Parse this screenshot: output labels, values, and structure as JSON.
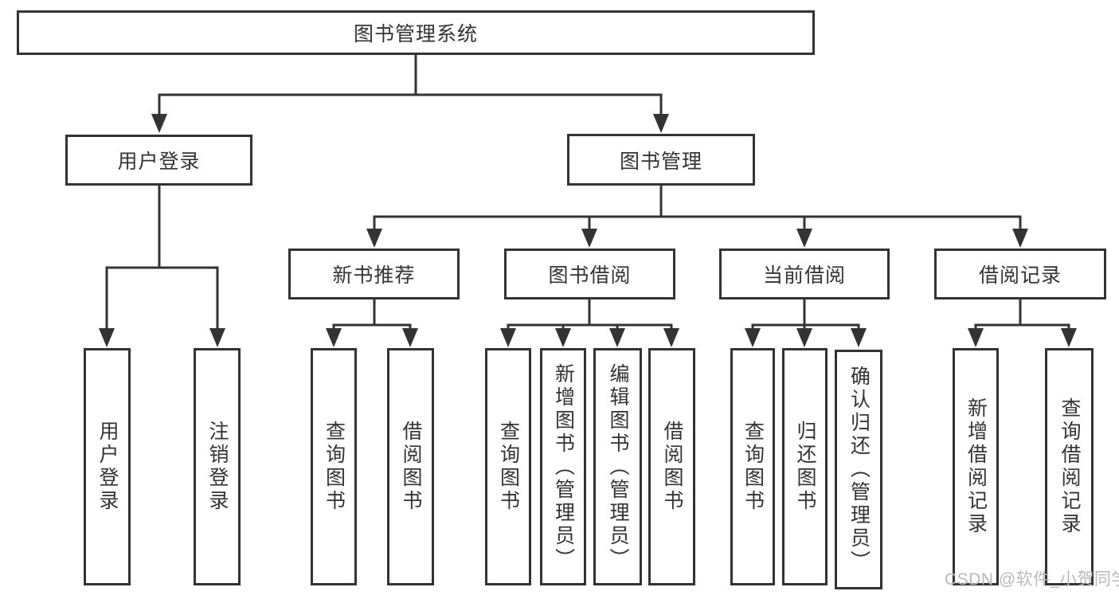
{
  "colors": {
    "line": "#333333",
    "text": "#333333",
    "background": "#ffffff",
    "watermark": "#b9b9b9"
  },
  "watermark": "CSDN @软件_小贺同学",
  "tree": {
    "root": {
      "label": "图书管理系统",
      "children": [
        {
          "label": "用户登录",
          "children": [
            {
              "label": "用户登录"
            },
            {
              "label": "注销登录"
            }
          ]
        },
        {
          "label": "图书管理",
          "children": [
            {
              "label": "新书推荐",
              "children": [
                {
                  "label": "查询图书"
                },
                {
                  "label": "借阅图书"
                }
              ]
            },
            {
              "label": "图书借阅",
              "children": [
                {
                  "label": "查询图书"
                },
                {
                  "label": "新增图书（管理员）"
                },
                {
                  "label": "编辑图书（管理员）"
                },
                {
                  "label": "借阅图书"
                }
              ]
            },
            {
              "label": "当前借阅",
              "children": [
                {
                  "label": "查询图书"
                },
                {
                  "label": "归还图书"
                },
                {
                  "label": "确认归还（管理员）"
                }
              ]
            },
            {
              "label": "借阅记录",
              "children": [
                {
                  "label": "新增借阅记录"
                },
                {
                  "label": "查询借阅记录"
                }
              ]
            }
          ]
        }
      ]
    }
  }
}
